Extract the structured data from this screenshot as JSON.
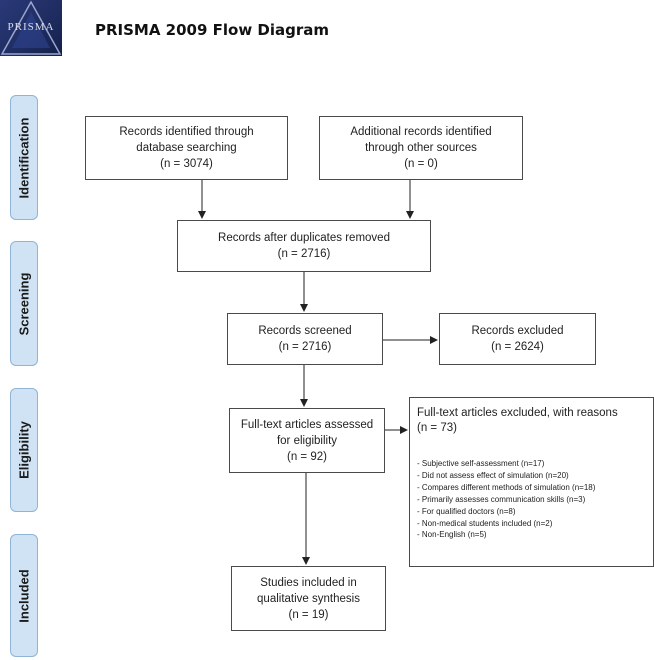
{
  "logo": {
    "text": "PRISMA"
  },
  "title": "PRISMA 2009 Flow Diagram",
  "stages": [
    "Identification",
    "Screening",
    "Eligibility",
    "Included"
  ],
  "boxes": {
    "db_search": {
      "lines": [
        "Records identified through",
        "database searching",
        "(n = 3074)"
      ]
    },
    "other_sources": {
      "lines": [
        "Additional records identified",
        "through other sources",
        "(n = 0)"
      ]
    },
    "duplicates_removed": {
      "lines": [
        "Records after duplicates removed",
        "(n = 2716)"
      ]
    },
    "screened": {
      "lines": [
        "Records screened",
        "(n = 2716)"
      ]
    },
    "excluded": {
      "lines": [
        "Records excluded",
        "(n = 2624)"
      ]
    },
    "fulltext_assessed": {
      "lines": [
        "Full-text articles assessed",
        "for eligibility",
        "(n = 92)"
      ]
    },
    "included": {
      "lines": [
        "Studies included in",
        "qualitative synthesis",
        "(n = 19)"
      ]
    }
  },
  "fulltext_excluded": {
    "heading": "Full-text articles excluded, with reasons",
    "count": "(n = 73)",
    "reasons": [
      "- Subjective self-assessment (n=17)",
      "- Did not assess effect of simulation (n=20)",
      "- Compares different methods of simulation (n=18)",
      "- Primarily assesses communication skills (n=3)",
      "- For qualified doctors (n=8)",
      "- Non-medical students included (n=2)",
      "- Non-English (n=5)"
    ]
  }
}
